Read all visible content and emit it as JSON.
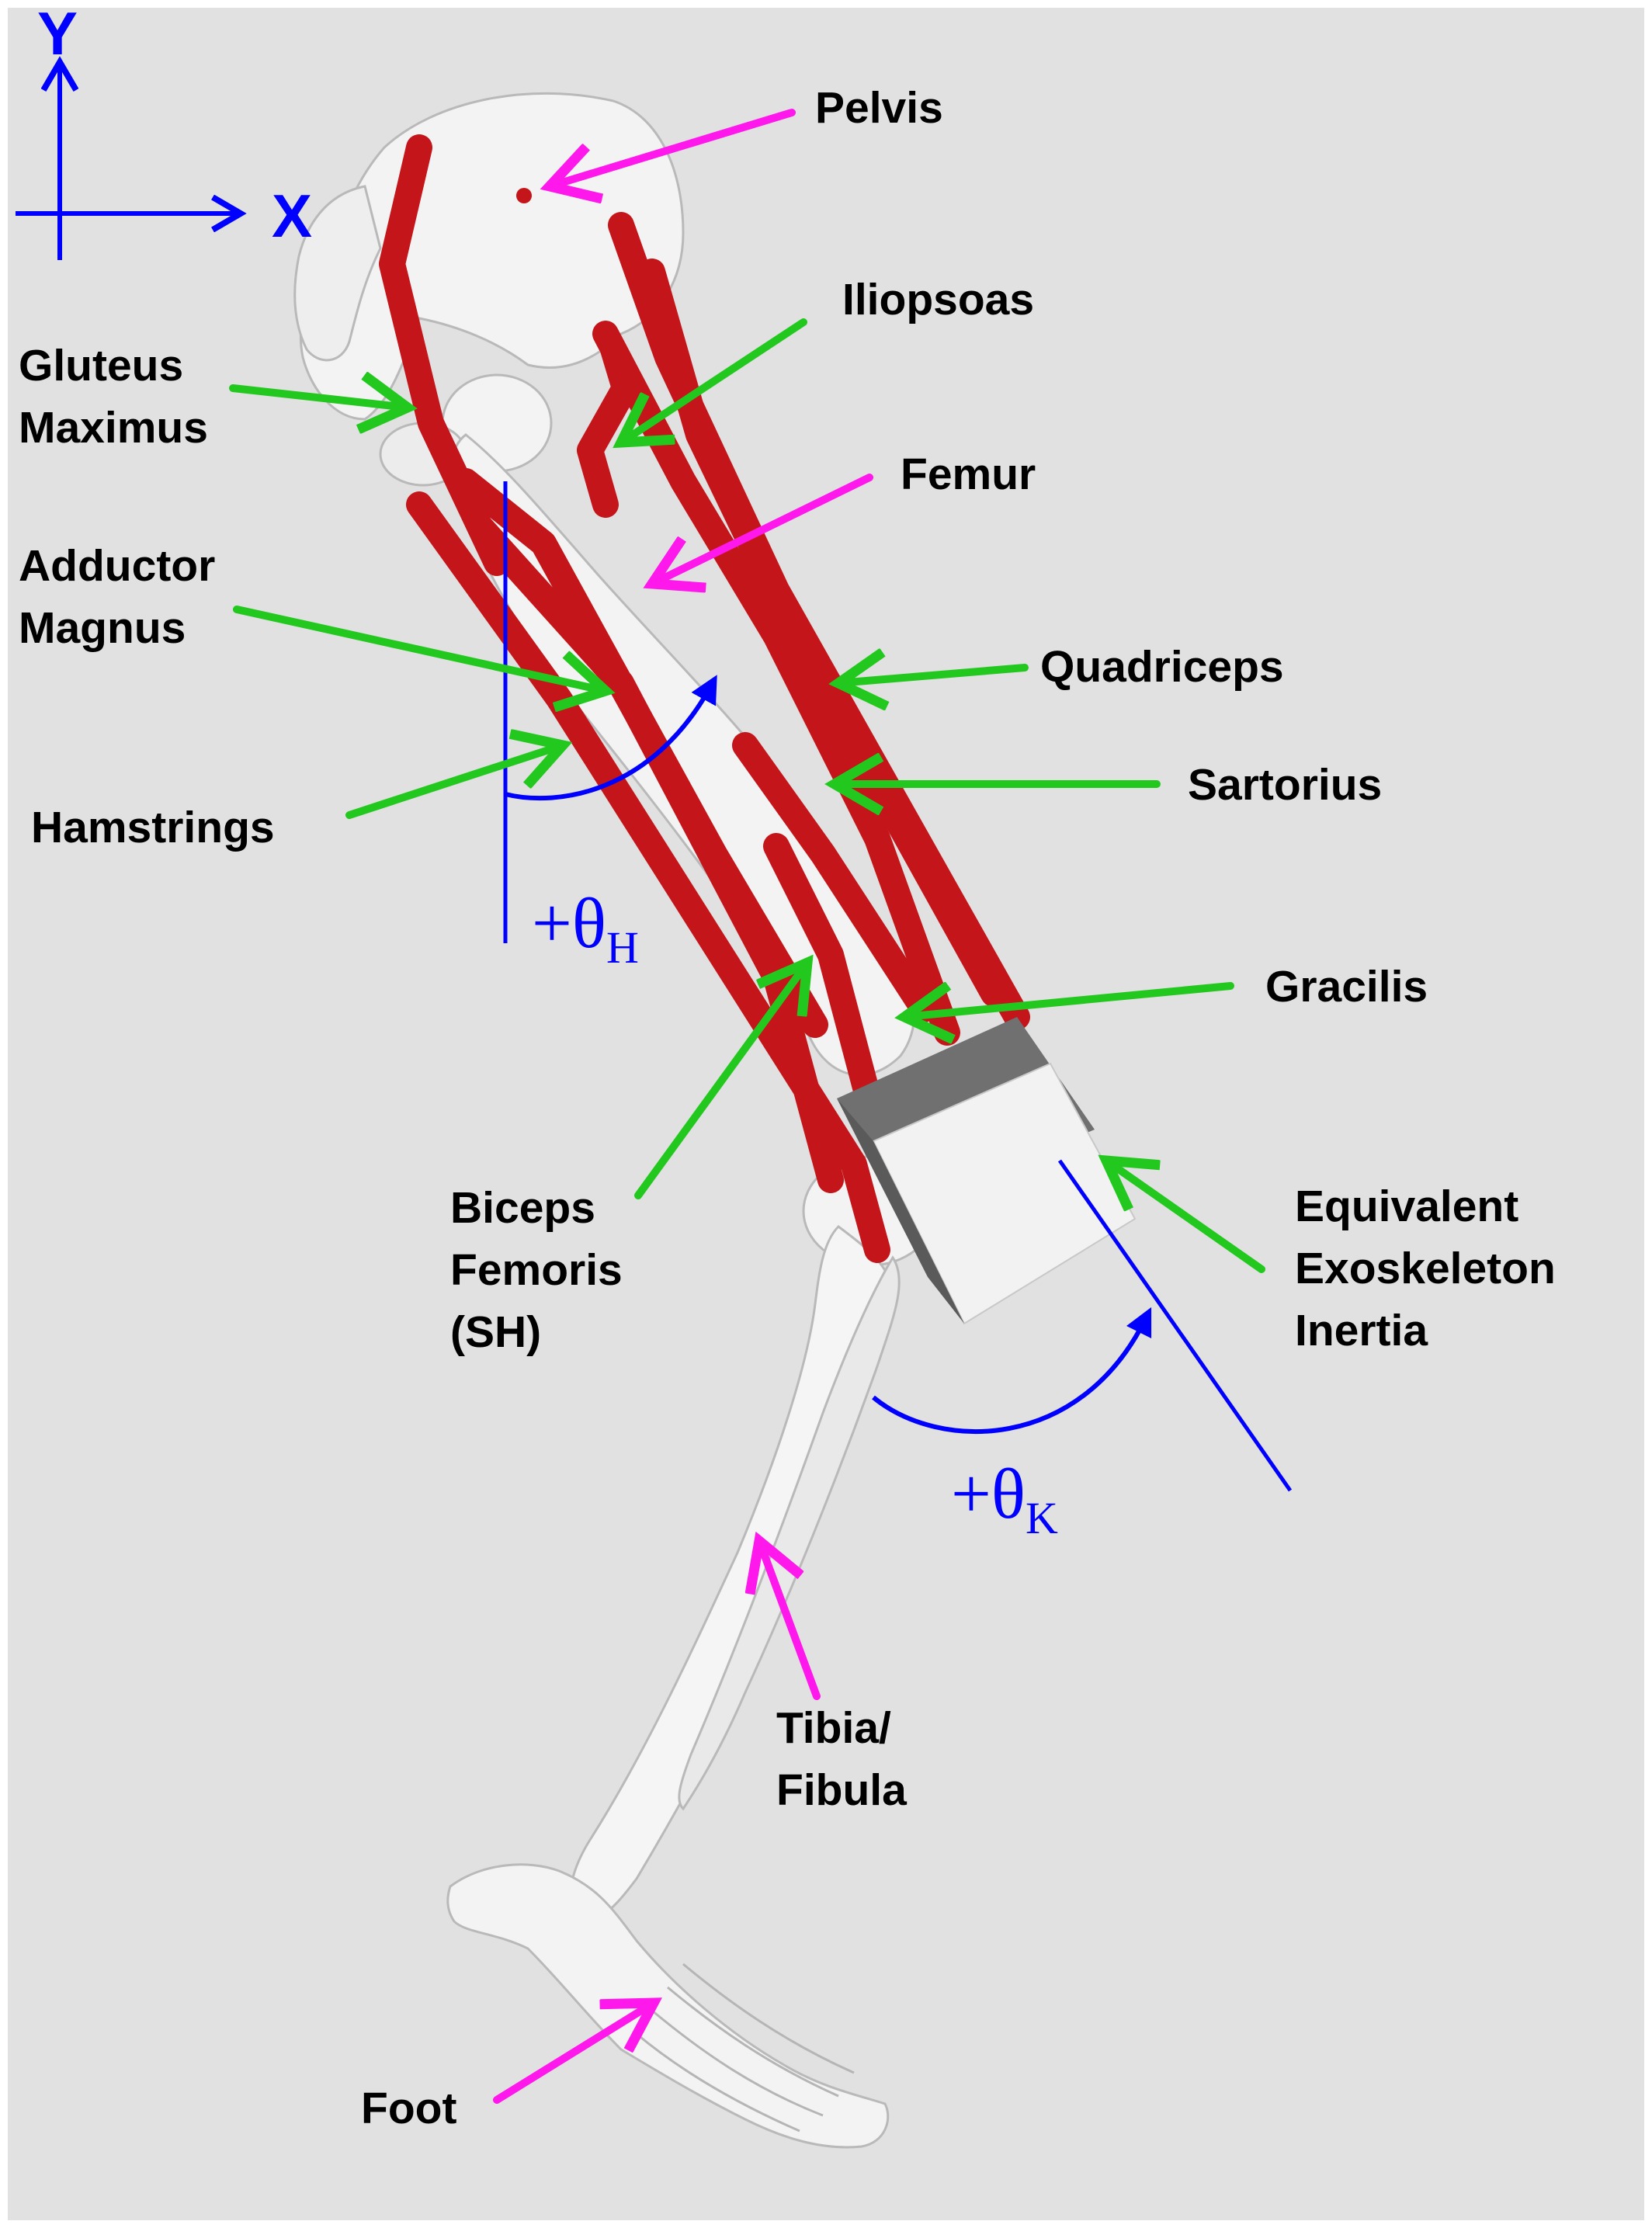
{
  "axes": {
    "y_label": "Y",
    "x_label": "X"
  },
  "labels": {
    "pelvis": "Pelvis",
    "iliopsoas": "Iliopsoas",
    "gluteus": [
      "Gluteus",
      "Maximus"
    ],
    "femur": "Femur",
    "adductor": [
      "Adductor",
      "Magnus"
    ],
    "quadriceps": "Quadriceps",
    "sartorius": "Sartorius",
    "hamstrings": "Hamstrings",
    "gracilis": "Gracilis",
    "biceps": [
      "Biceps",
      "Femoris",
      "(SH)"
    ],
    "exo": [
      "Equivalent",
      "Exoskeleton",
      "Inertia"
    ],
    "tibia": [
      "Tibia/",
      "Fibula"
    ],
    "foot": "Foot"
  },
  "angles": {
    "hip_prefix": "+θ",
    "hip_sub": "H",
    "knee_prefix": "+θ",
    "knee_sub": "K"
  },
  "colors": {
    "background": "#e1e1e1",
    "frame": "#ffffff",
    "muscle": "#c4161a",
    "bone": "#f3f3f3",
    "muscle_arrow": "#22c81e",
    "bone_arrow": "#ff18ec",
    "angle_blue": "#0000ff",
    "exo_box_top": "#707070",
    "exo_box_face": "#f2f2f2"
  }
}
